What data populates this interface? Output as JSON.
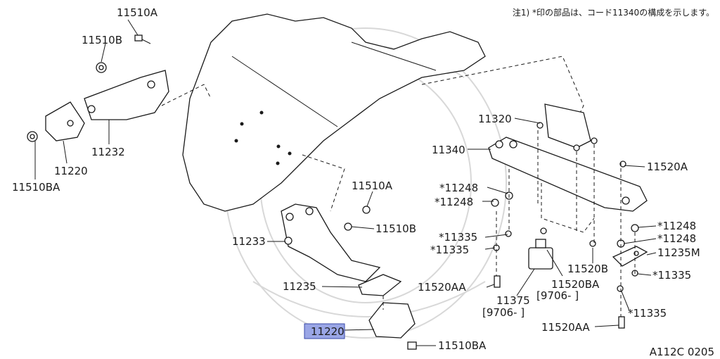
{
  "note": "注1) *印の部品は、コード11340の構成を示します。",
  "ref_code": "A112C 0205",
  "highlight_color": "#9aa6e6",
  "labels": {
    "p11510A_top": "11510A",
    "p11510B_top": "11510B",
    "p11232": "11232",
    "p11220_left": "11220",
    "p11510BA_left": "11510BA",
    "p11320": "11320",
    "p11340": "11340",
    "p11520A": "11520A",
    "p11248_a": "*11248",
    "p11248_b": "*11248",
    "p11248_c": "*11248",
    "p11248_d": "*11248",
    "p11510A_mid": "11510A",
    "p11510B_mid": "11510B",
    "p11233": "11233",
    "p11335_a": "*11335",
    "p11335_b": "*11335",
    "p11235M": "11235M",
    "p11520B": "11520B",
    "p11335_c": "*11335",
    "p11235": "11235",
    "p11520AA_left": "11520AA",
    "p11375": "11375",
    "p11375_date": "[9706-     ]",
    "p11520BA": "11520BA",
    "p11520BA_date": "[9706-     ]",
    "p11335_d": "*11335",
    "p11520AA_right": "11520AA",
    "p11220_hl": "11220",
    "p11510BA_bottom": "11510BA"
  }
}
